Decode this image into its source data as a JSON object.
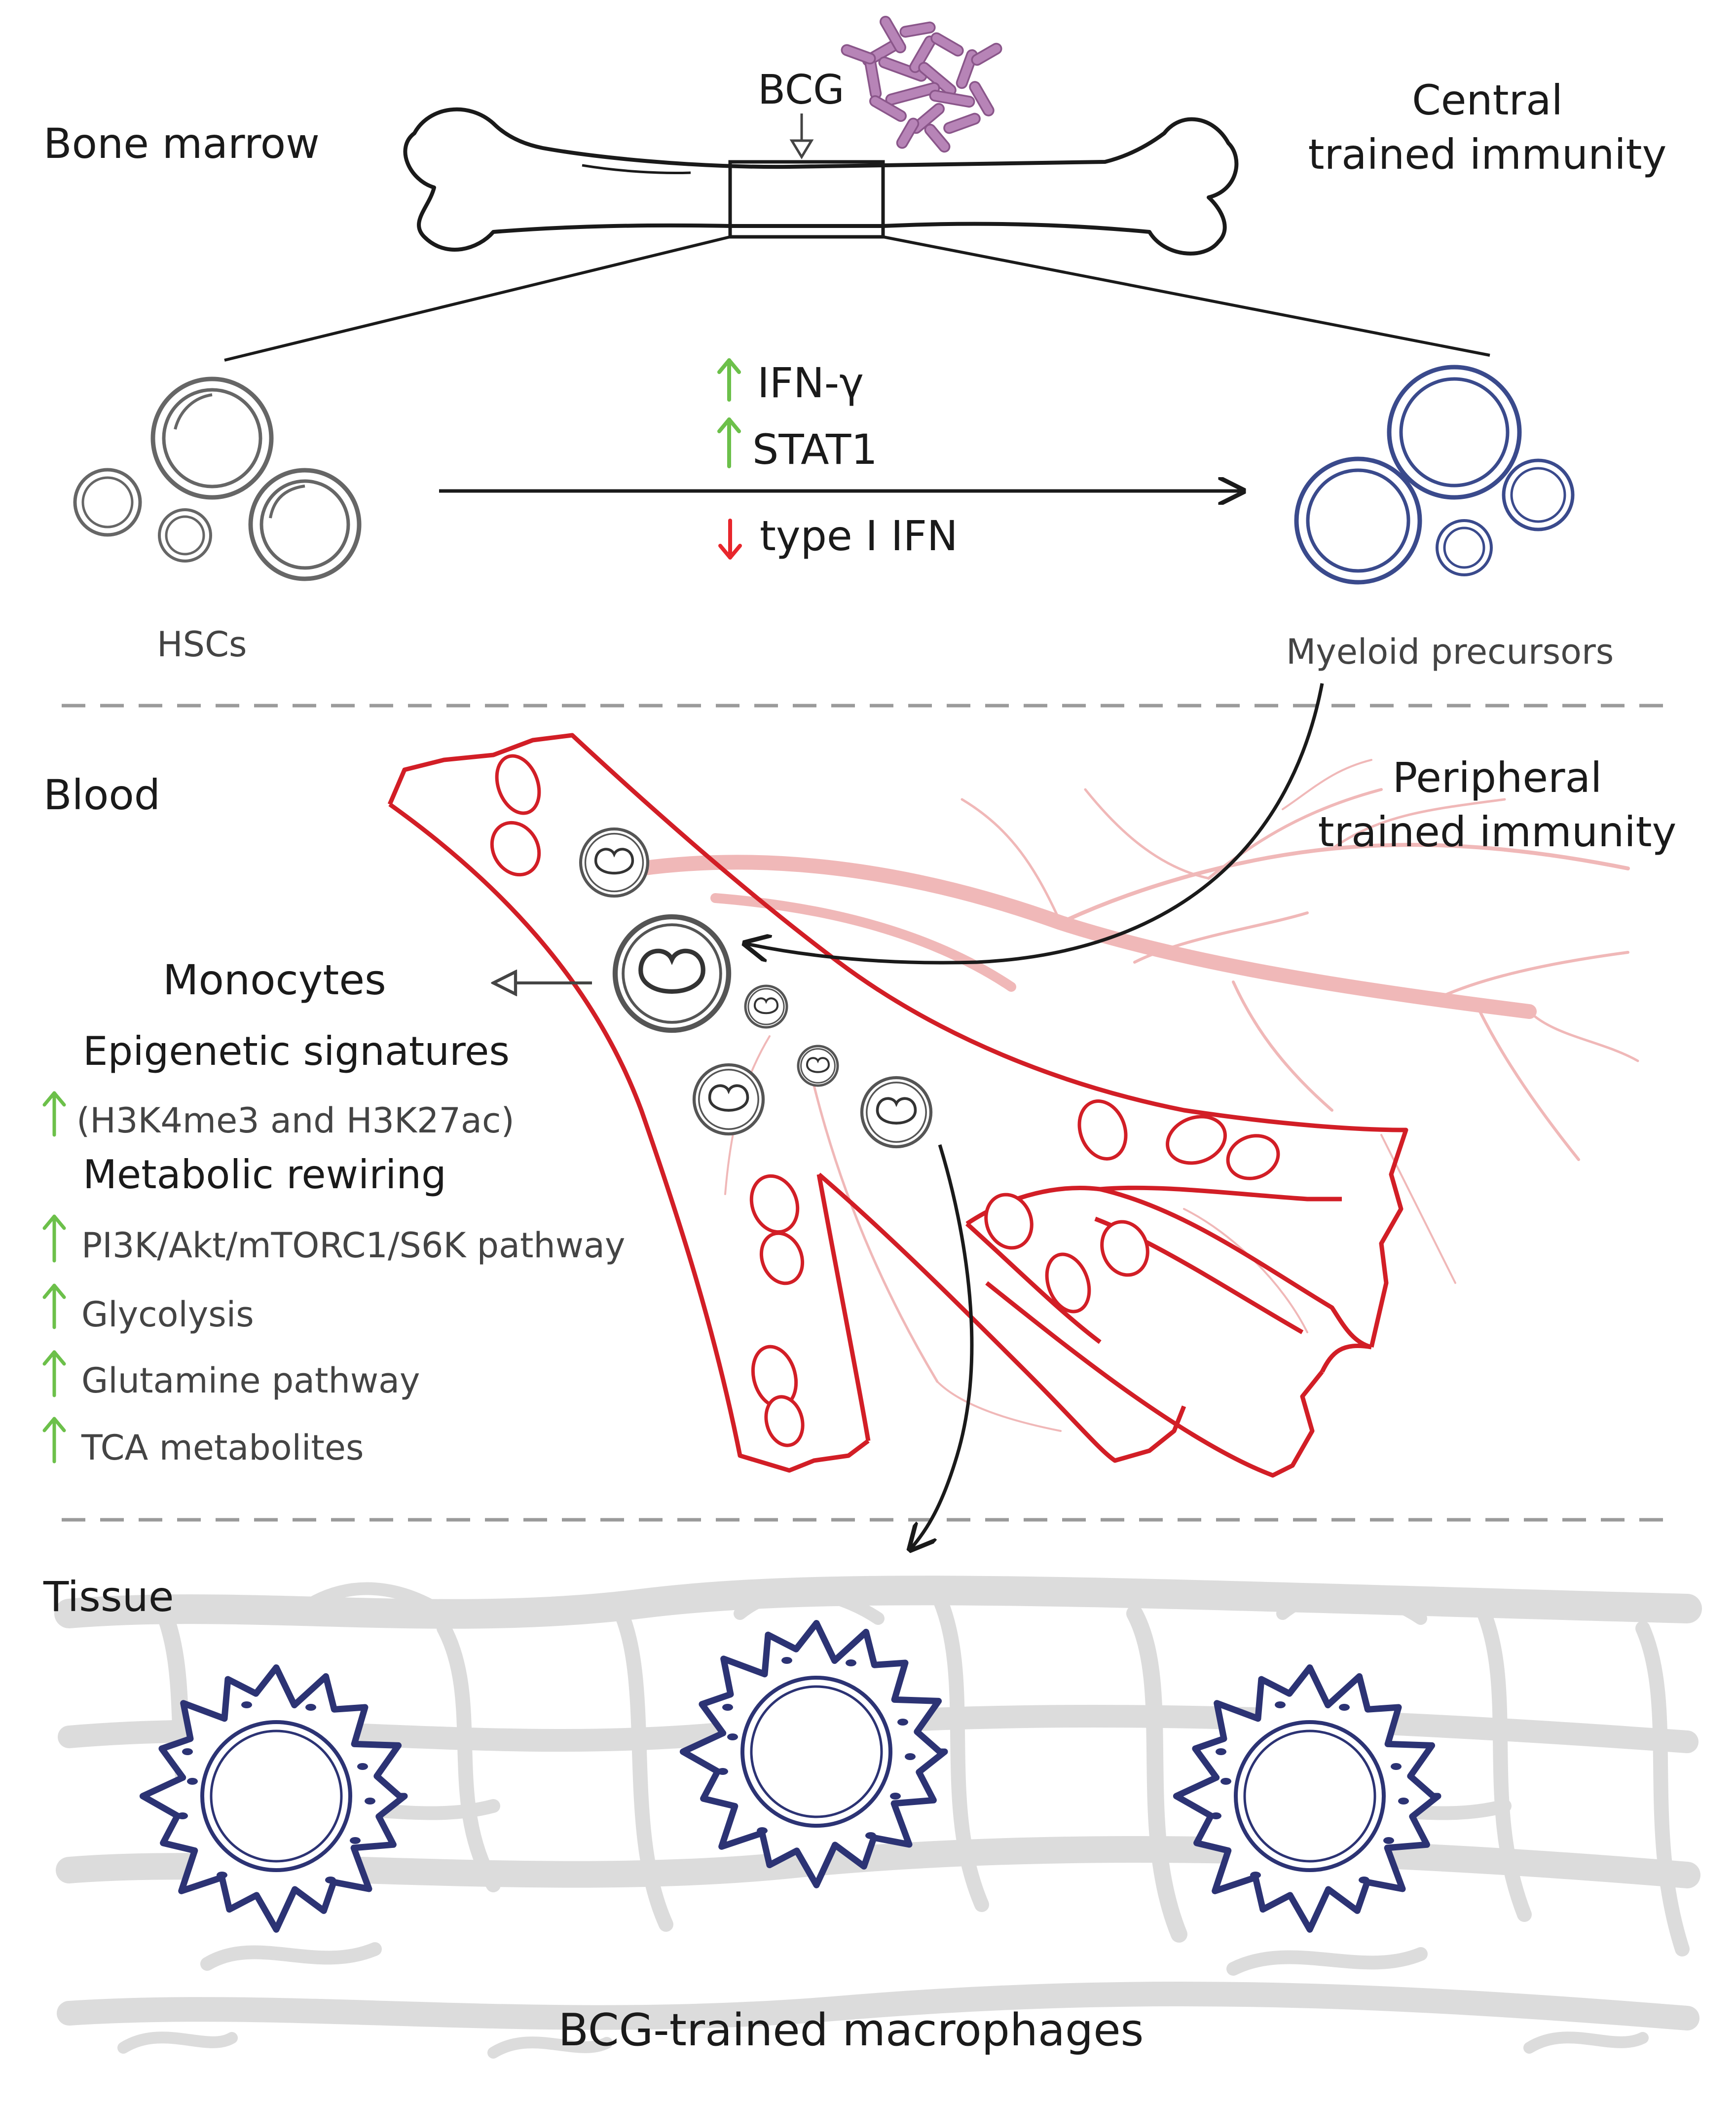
{
  "colors": {
    "black": "#1a1a1a",
    "grey_text": "#444444",
    "dash": "#9a9a9a",
    "vessel_red": "#d21e26",
    "capillary_pink": "#f0b8b8",
    "up_green": "#6cc04a",
    "down_red": "#e8262c",
    "myeloid_navy": "#3a4a8c",
    "macrophage_navy": "#2c3374",
    "bcg_purple": "#b784b7",
    "tissue_grey": "#d9d9d9"
  },
  "bone_marrow": {
    "section_label": "Bone marrow",
    "bcg_label": "BCG",
    "central_title_line1": "Central",
    "central_title_line2": "trained immunity",
    "hsc_label": "HSCs",
    "myeloid_label": "Myeloid precursors",
    "signals": [
      {
        "direction": "up",
        "label": "IFN-γ"
      },
      {
        "direction": "up",
        "label": "STAT1"
      },
      {
        "direction": "down",
        "label": "type I IFN"
      }
    ]
  },
  "blood": {
    "section_label": "Blood",
    "peripheral_title_line1": "Peripheral",
    "peripheral_title_line2": "trained immunity",
    "monocytes_label": "Monocytes",
    "epigenetic_heading": "Epigenetic signatures",
    "epigenetic_items": [
      "(H3K4me3 and H3K27ac)"
    ],
    "metabolic_heading": "Metabolic rewiring",
    "metabolic_items": [
      "PI3K/Akt/mTORC1/S6K pathway",
      "Glycolysis",
      "Glutamine pathway",
      "TCA metabolites"
    ]
  },
  "tissue": {
    "section_label": "Tissue",
    "macrophage_label": "BCG-trained macrophages"
  }
}
